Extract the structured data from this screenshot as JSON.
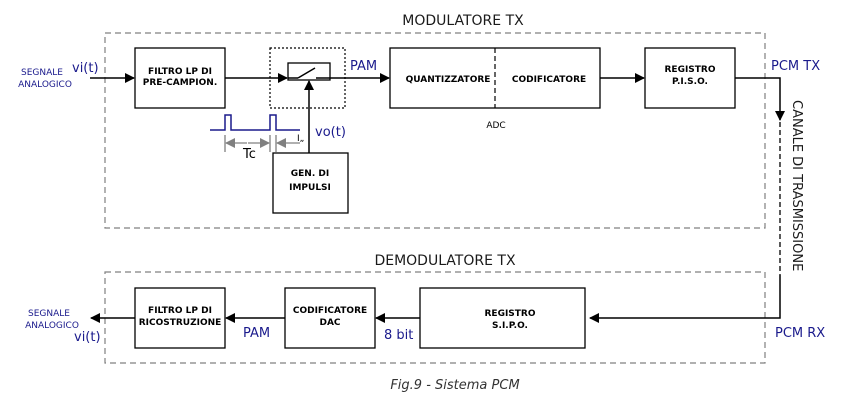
{
  "modulator": {
    "title": "MODULATORE TX",
    "input_label_line1": "SEGNALE",
    "input_label_line2": "ANALOGICO",
    "input_signal": "vi(t)",
    "filter_line1": "FILTRO LP DI",
    "filter_line2": "PRE-CAMPION.",
    "pam_label": "PAM",
    "quantizer": "QUANTIZZATORE",
    "coder": "CODIFICATORE",
    "adc_label": "ADC",
    "register_line1": "REGISTRO",
    "register_line2": "P.I.S.O.",
    "output_label": "PCM TX",
    "pulse_gen_line1": "GEN. DI",
    "pulse_gen_line2": "IMPULSI",
    "pulse_signal": "vo(t)",
    "period_label": "Tc",
    "pulse_width_label": "Ι„"
  },
  "channel": {
    "label": "CANALE DI TRASMISSIONE"
  },
  "demodulator": {
    "title": "DEMODULATORE TX",
    "input_label": "PCM RX",
    "register_line1": "REGISTRO",
    "register_line2": "S.I.P.O.",
    "bits_label": "8 bit",
    "decoder_line1": "CODIFICATORE",
    "decoder_line2": "DAC",
    "pam_label": "PAM",
    "filter_line1": "FILTRO LP DI",
    "filter_line2": "RICOSTRUZIONE",
    "output_label_line1": "SEGNALE",
    "output_label_line2": "ANALOGICO",
    "output_signal": "vi(t)"
  },
  "caption": "Fig.9 - Sistema PCM",
  "colors": {
    "signal_blue": "#1a1a8c",
    "frame_gray": "#808080"
  }
}
